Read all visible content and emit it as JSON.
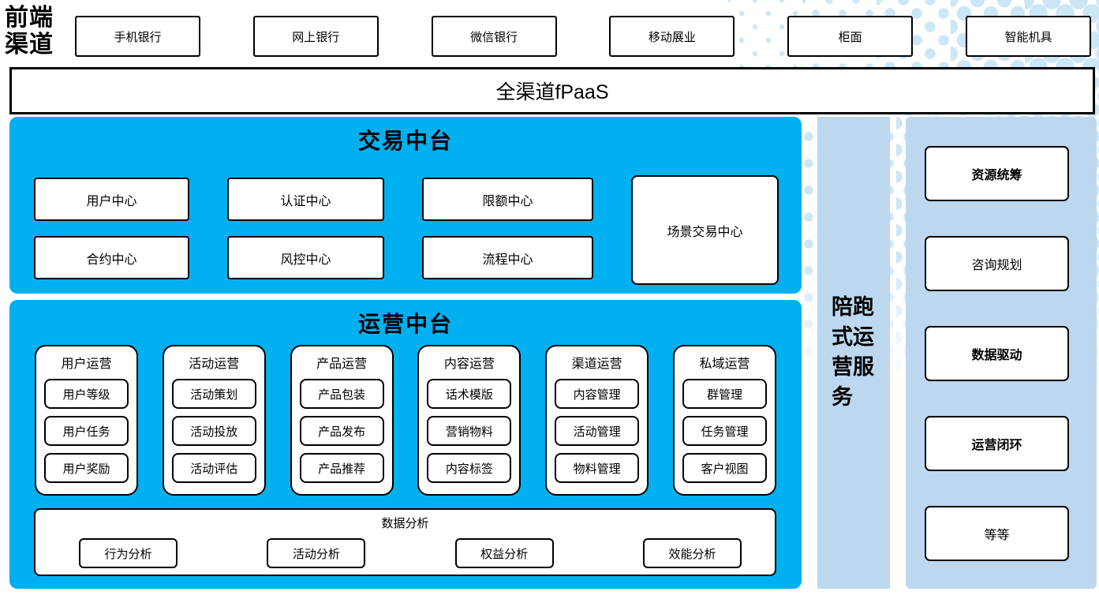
{
  "colors": {
    "cyan": "#00B0F0",
    "light_blue": "#BDD7EE",
    "dot": "#CBE6F7"
  },
  "front_channels": {
    "label": "前端渠道",
    "items": [
      "手机银行",
      "网上银行",
      "微信银行",
      "移动展业",
      "柜面",
      "智能机具"
    ]
  },
  "fpaas": {
    "label": "全渠道fPaaS"
  },
  "transaction_platform": {
    "title": "交易中台",
    "centers": [
      "用户中心",
      "认证中心",
      "限额中心",
      "合约中心",
      "风控中心",
      "流程中心"
    ],
    "scene_center": "场景交易中心"
  },
  "operation_platform": {
    "title": "运营中台",
    "groups": [
      {
        "title": "用户运营",
        "items": [
          "用户等级",
          "用户任务",
          "用户奖励"
        ]
      },
      {
        "title": "活动运营",
        "items": [
          "活动策划",
          "活动投放",
          "活动评估"
        ]
      },
      {
        "title": "产品运营",
        "items": [
          "产品包装",
          "产品发布",
          "产品推荐"
        ]
      },
      {
        "title": "内容运营",
        "items": [
          "话术模版",
          "营销物料",
          "内容标签"
        ]
      },
      {
        "title": "渠道运营",
        "items": [
          "内容管理",
          "活动管理",
          "物料管理"
        ]
      },
      {
        "title": "私域运营",
        "items": [
          "群管理",
          "任务管理",
          "客户视图"
        ]
      }
    ],
    "analysis": {
      "title": "数据分析",
      "items": [
        "行为分析",
        "活动分析",
        "权益分析",
        "效能分析"
      ]
    }
  },
  "companion_bar": {
    "label": "陪跑式运营服务"
  },
  "service_panel": {
    "items": [
      {
        "label": "资源统筹",
        "bold": true
      },
      {
        "label": "咨询规划",
        "bold": false
      },
      {
        "label": "数据驱动",
        "bold": true
      },
      {
        "label": "运营闭环",
        "bold": true
      },
      {
        "label": "等等",
        "bold": false
      }
    ]
  }
}
